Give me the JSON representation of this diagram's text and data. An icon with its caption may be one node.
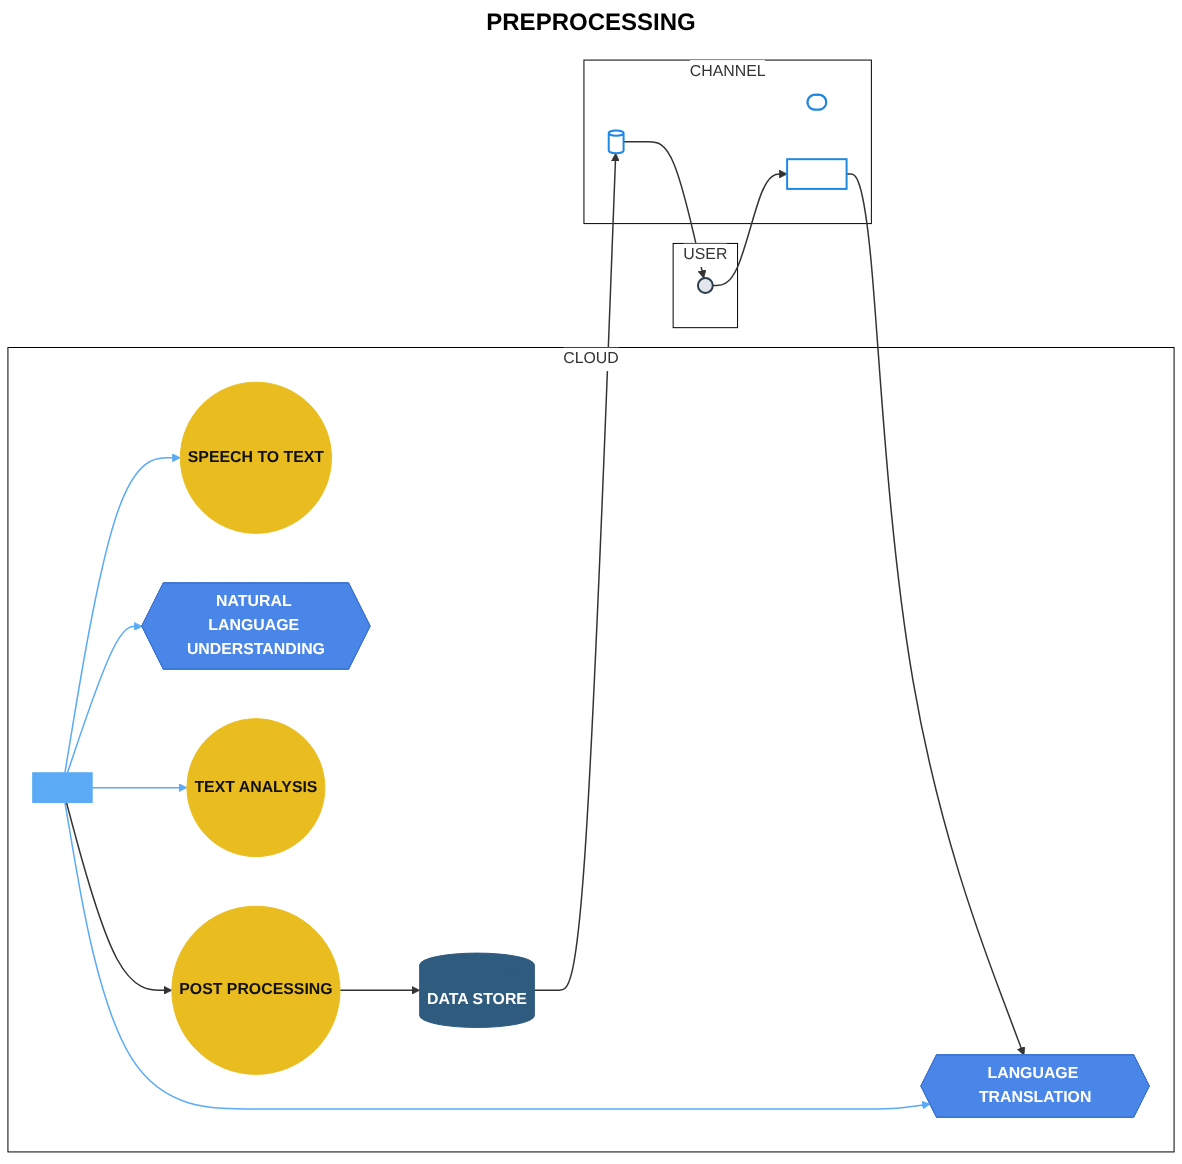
{
  "diagram": {
    "nodes": [
      {
        "text": [
          "USER"
        ]
      },
      {
        "text": [
          "CHANNEL"
        ]
      },
      {
        "text": [
          "CLOUD"
        ]
      },
      {
        "text": [],
        "shape": "person",
        "in": 0
      },
      {
        "text": [],
        "shape": "microphone",
        "in": 1
      },
      {
        "text": [],
        "shape": "phone",
        "in": 1
      },
      {
        "text": [],
        "shape": "server",
        "in": 1
      },
      {
        "text": [
          "SPEECH TO TEXT"
        ],
        "in": 2
      },
      {
        "text": [
          "LANGUAGE TRANSLATION"
        ],
        "in": 2
      },
      {
        "text": [
          "NATURAL LANGUAGE UNDERSTANDING"
        ],
        "in": 2
      },
      {
        "text": [
          "TEXT ANALYSIS"
        ],
        "in": 2
      },
      {
        "text": [],
        "shape": "bar",
        "in": 2
      },
      {
        "text": [
          "POST PROCESSING"
        ],
        "in": 2
      },
      {
        "text": [
          "DATA STORE"
        ],
        "in": 2
      }
    ],
    "edges": [
      {
        "from": 3,
        "to": 5,
        "arrow": "to"
      },
      {
        "from": 5,
        "to": 8,
        "arrow": "to"
      },
      {
        "from": 11,
        "to": 7,
        "arrow": "to",
        "color": "#5aaaf5"
      },
      {
        "from": 11,
        "to": 8,
        "arrow": "to",
        "color": "#5aaaf5"
      },
      {
        "from": 11,
        "to": 9,
        "arrow": "to",
        "color": "#5aaaf5"
      },
      {
        "from": 11,
        "to": 10,
        "arrow": "to",
        "color": "#5aaaf5"
      },
      {
        "from": 11,
        "to": 12,
        "arrow": "to"
      },
      {
        "from": 12,
        "to": 13,
        "arrow": "to"
      },
      {
        "from": 13,
        "to": 6,
        "arrow": "to"
      },
      {
        "from": 6,
        "to": 3,
        "arrow": "to"
      }
    ],
    "labels": [
      "PREPROCESSING"
    ]
  }
}
